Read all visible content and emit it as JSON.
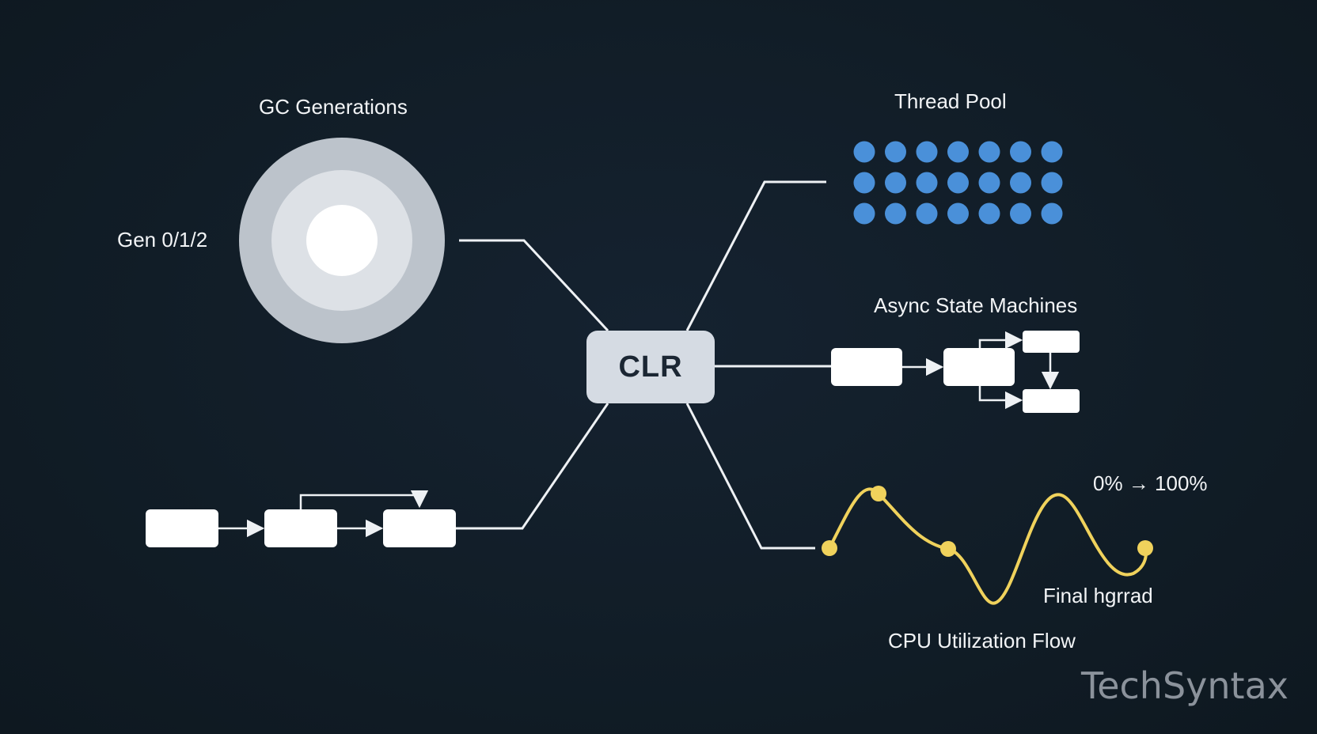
{
  "center": {
    "label": "CLR"
  },
  "gc": {
    "title": "GC Generations",
    "side_label": "Gen 0/1/2"
  },
  "thread_pool": {
    "title": "Thread Pool",
    "rows": 3,
    "cols": 7
  },
  "async": {
    "title": "Async State Machines"
  },
  "cpu": {
    "title": "CPU Utilization Flow",
    "range_label": "0% → 100%",
    "end_label": "Final hgrrad"
  },
  "brand": "TechSyntax",
  "colors": {
    "background": "#111d27",
    "line": "#eef1f4",
    "node": "#ffffff",
    "clr_box": "#d5dbe3",
    "thread": "#4a90d9",
    "cpu_wave": "#f0d25c",
    "gc_outer": "#bcc3cb",
    "gc_middle": "#dde1e6",
    "gc_inner": "#ffffff"
  }
}
